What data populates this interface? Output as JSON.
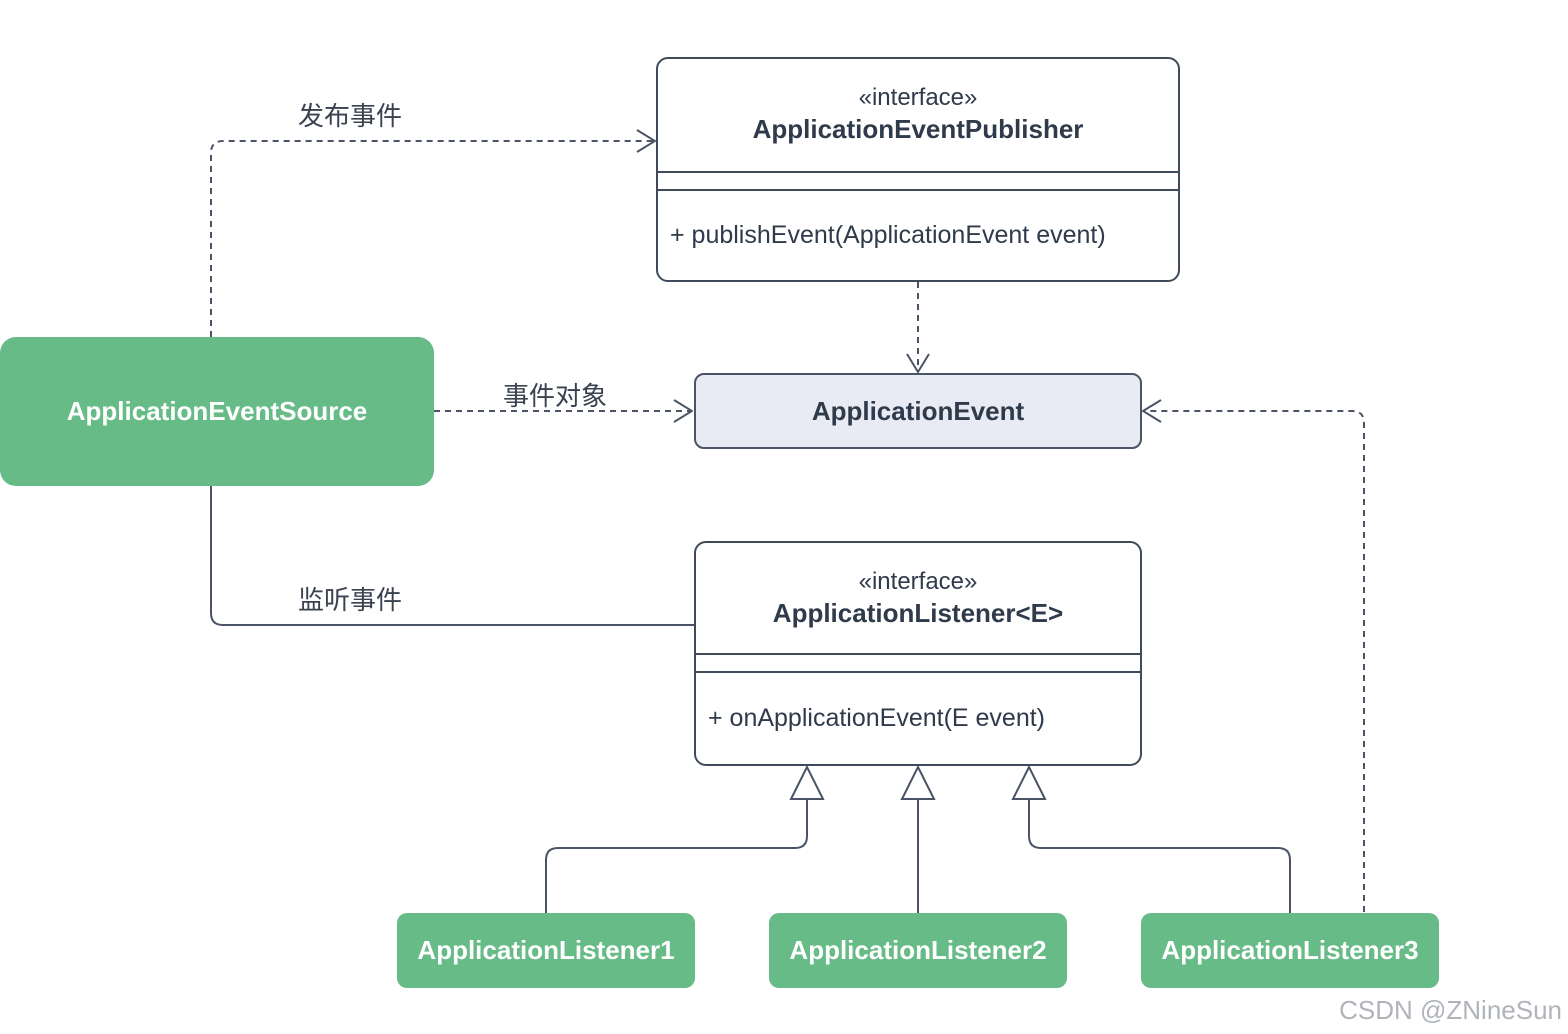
{
  "publisher": {
    "stereotype": "«interface»",
    "name": "ApplicationEventPublisher",
    "operation": "+ publishEvent(ApplicationEvent event)"
  },
  "event": {
    "name": "ApplicationEvent"
  },
  "source": {
    "name": "ApplicationEventSource"
  },
  "listener_interface": {
    "stereotype": "«interface»",
    "name": "ApplicationListener<E>",
    "operation": "+ onApplicationEvent(E event)"
  },
  "listeners": [
    {
      "name": "ApplicationListener1"
    },
    {
      "name": "ApplicationListener2"
    },
    {
      "name": "ApplicationListener3"
    }
  ],
  "edge_labels": {
    "publish": "发布事件",
    "event_object": "事件对象",
    "listen": "监听事件"
  },
  "watermark": "CSDN @ZNineSun",
  "colors": {
    "green_node": "#66bb87",
    "event_fill": "#e8ebf4",
    "line": "#4a5466"
  }
}
